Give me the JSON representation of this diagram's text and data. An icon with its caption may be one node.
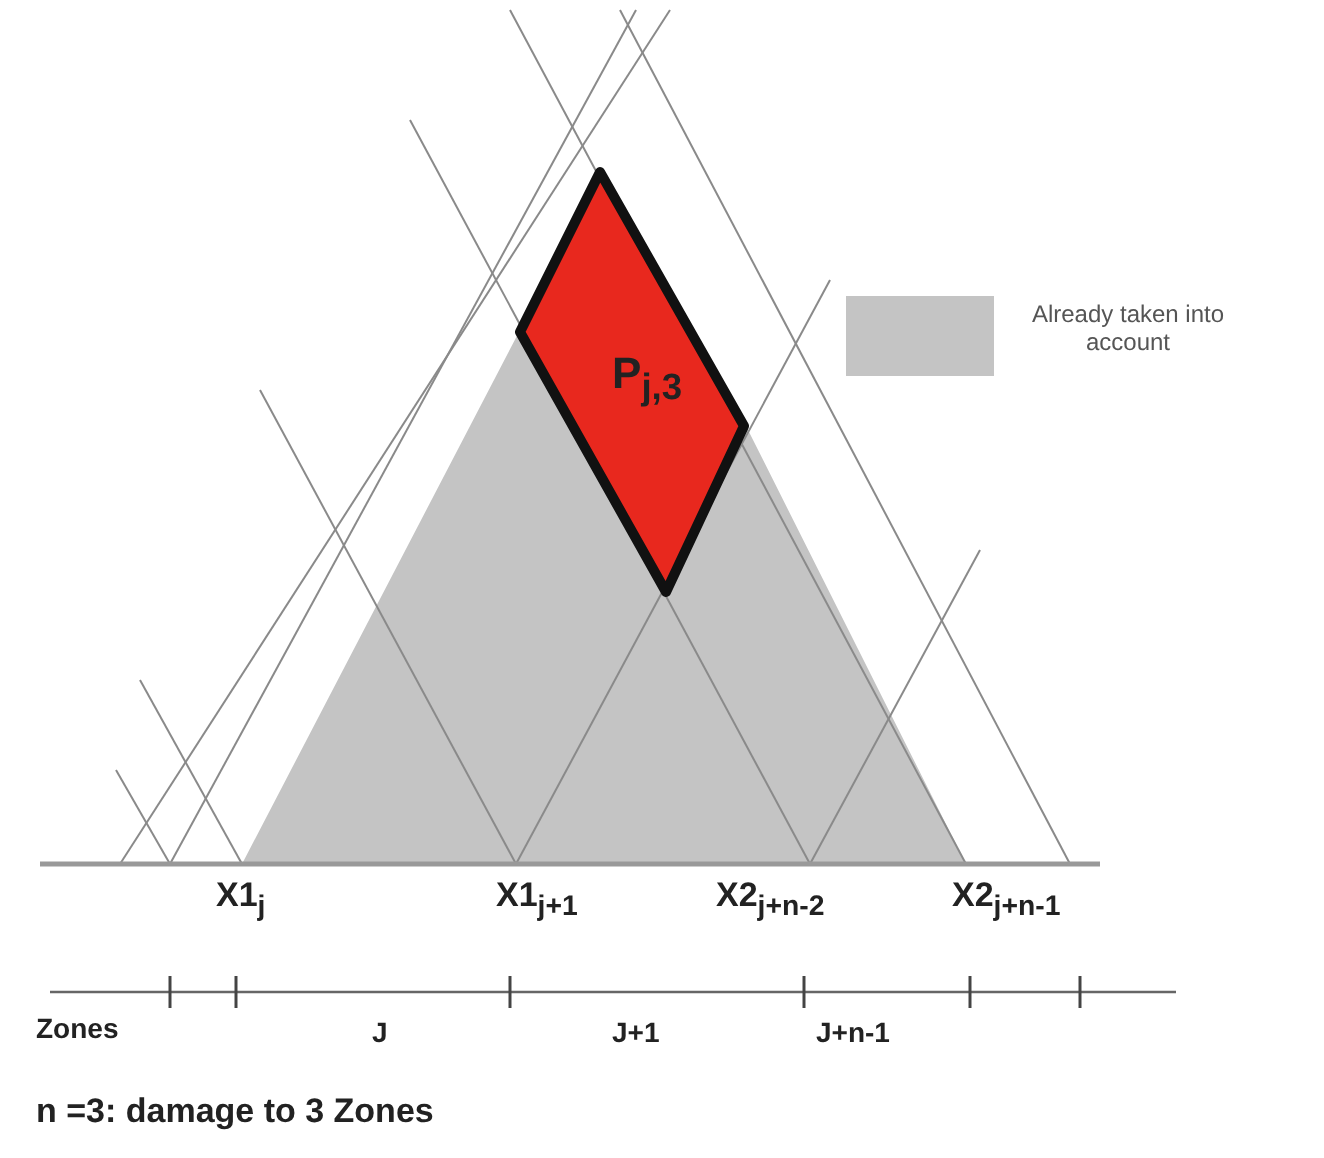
{
  "diagram": {
    "caption": "n =3: damage to 3 Zones",
    "nodes": [
      {
        "text": [
          "P$_{j,3}$"
        ]
      }
    ],
    "labels": [
      "X1$_{j}$",
      "X1$_{j+1}$",
      "X2$_{j+n-2}$",
      "X2$_{j+n-1}$",
      "Zones",
      "J",
      "J+1",
      "J+n-1"
    ],
    "legend": [
      {
        "text": "Already taken into account",
        "color": "#c4c4c4"
      }
    ]
  }
}
